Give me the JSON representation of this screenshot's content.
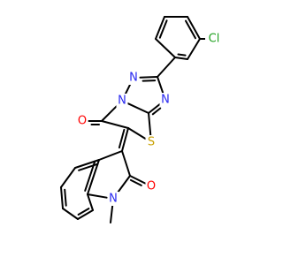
{
  "molecule": {
    "colors": {
      "bond": "#000000",
      "N": "#2828f0",
      "O": "#ff0000",
      "S": "#c8a000",
      "Cl": "#1fa01f",
      "C": "#000000"
    },
    "atom_labels": {
      "cl": "Cl",
      "n1": "N",
      "n2": "N",
      "n3": "N",
      "n4": "N",
      "s": "S",
      "o1": "O",
      "o2": "O"
    }
  }
}
